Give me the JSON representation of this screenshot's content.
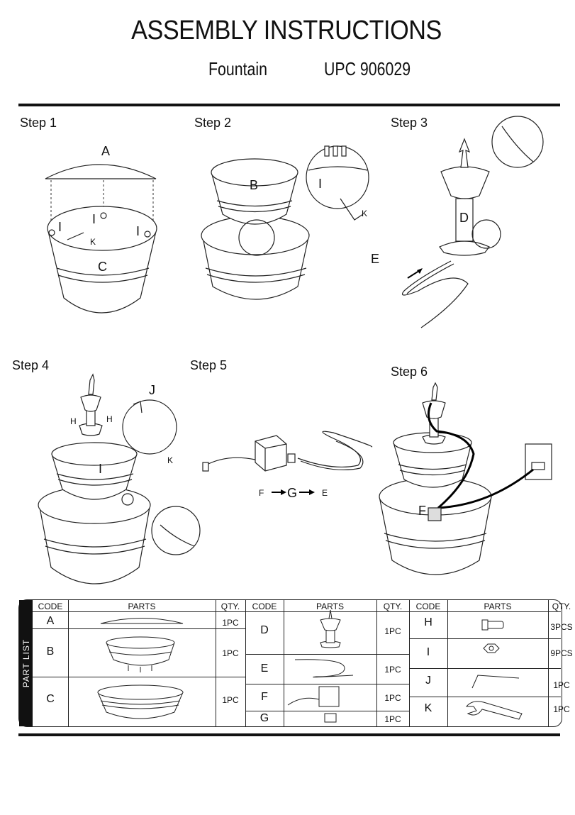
{
  "header": {
    "title": "ASSEMBLY  INSTRUCTIONS",
    "product": "Fountain",
    "upc": "UPC  906029"
  },
  "steps": [
    "Step 1",
    "Step 2",
    "Step 3",
    "Step 4",
    "Step 5",
    "Step 6"
  ],
  "labels": {
    "s1": {
      "a": "A",
      "i1": "I",
      "i2": "I",
      "i3": "I",
      "k": "K",
      "c": "C"
    },
    "s2": {
      "b": "B",
      "i": "I",
      "k": "K"
    },
    "s3": {
      "d": "D",
      "e": "E"
    },
    "s4": {
      "j": "J",
      "h1": "H",
      "h2": "H",
      "i": "I",
      "k": "K"
    },
    "s5": {
      "f": "F",
      "g": "G",
      "e": "E"
    },
    "s6": {
      "f": "F"
    }
  },
  "part_list": {
    "side_label": "PART LIST",
    "headers": {
      "code": "CODE",
      "parts": "PARTS",
      "qty": "QTY."
    },
    "columns": [
      [
        {
          "code": "A",
          "qty": "1PC",
          "icon": "tray-lid-icon"
        },
        {
          "code": "B",
          "qty": "1PC",
          "icon": "small-basin-icon"
        },
        {
          "code": "C",
          "qty": "1PC",
          "icon": "large-basin-icon"
        }
      ],
      [
        {
          "code": "D",
          "qty": "1PC",
          "icon": "fountain-spout-icon"
        },
        {
          "code": "E",
          "qty": "1PC",
          "icon": "tube-icon"
        },
        {
          "code": "F",
          "qty": "1PC",
          "icon": "pump-icon"
        },
        {
          "code": "G",
          "qty": "1PC",
          "icon": "connector-icon"
        }
      ],
      [
        {
          "code": "H",
          "qty": "3PCS",
          "icon": "screw-icon"
        },
        {
          "code": "I",
          "qty": "9PCS",
          "icon": "nut-icon"
        },
        {
          "code": "J",
          "qty": "1PC",
          "icon": "hex-key-icon"
        },
        {
          "code": "K",
          "qty": "1PC",
          "icon": "wrench-icon"
        }
      ]
    ]
  }
}
